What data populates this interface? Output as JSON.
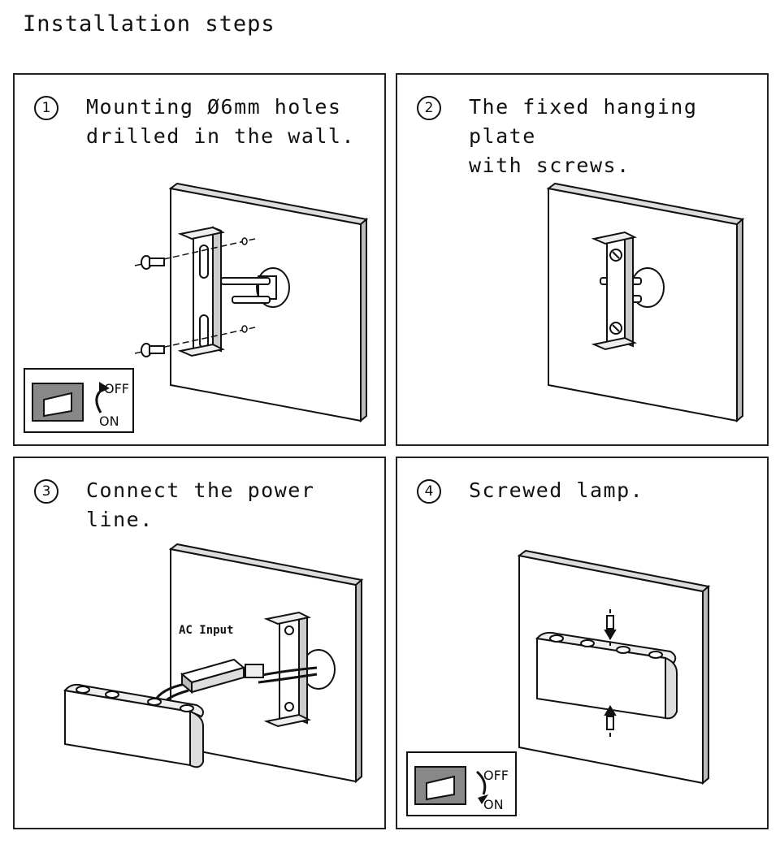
{
  "title": "Installation steps",
  "steps": [
    {
      "number": "1",
      "text": "Mounting Ø6mm holes\ndrilled in the wall."
    },
    {
      "number": "2",
      "text": "The fixed hanging plate\nwith screws."
    },
    {
      "number": "3",
      "text": "Connect the power line."
    },
    {
      "number": "4",
      "text": "Screwed lamp."
    }
  ],
  "labels": {
    "ac_input": "AC Input",
    "switch_off": "OFF",
    "switch_on": "ON"
  }
}
